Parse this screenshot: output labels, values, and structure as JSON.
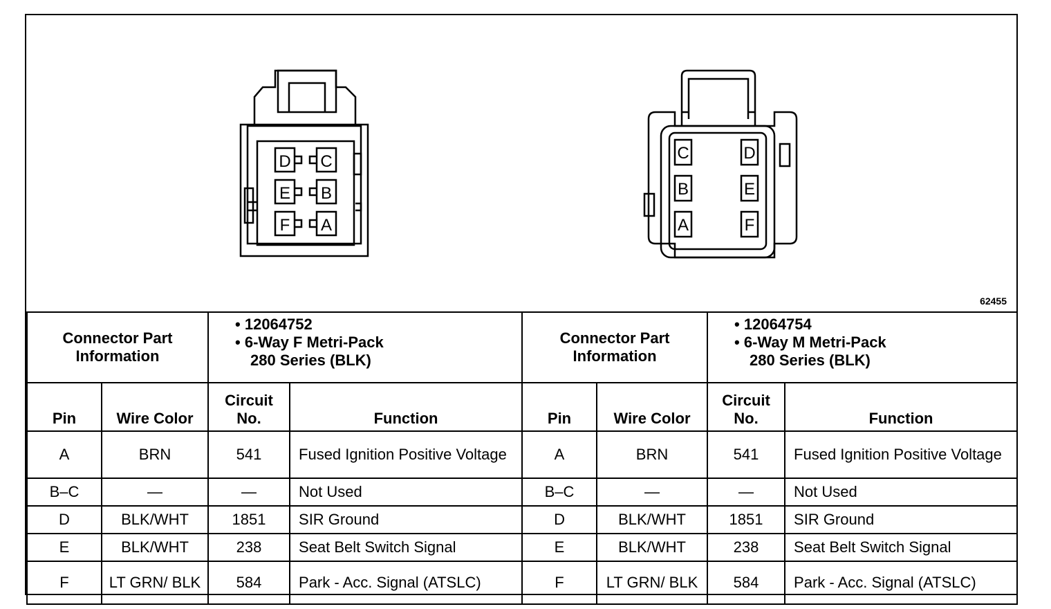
{
  "figure_id": "62455",
  "female_connector": {
    "pins": [
      "D",
      "C",
      "E",
      "B",
      "F",
      "A"
    ]
  },
  "male_connector": {
    "pins": [
      "C",
      "D",
      "B",
      "E",
      "A",
      "F"
    ]
  },
  "left": {
    "info_label": "Connector Part Information",
    "part_number": "12064752",
    "description_line1": "6-Way F Metri-Pack",
    "description_line2": "280 Series (BLK)"
  },
  "right": {
    "info_label": "Connector Part Information",
    "part_number": "12064754",
    "description_line1": "6-Way M Metri-Pack",
    "description_line2": "280 Series (BLK)"
  },
  "headers": {
    "pin": "Pin",
    "wire_color_left": "Wire Color",
    "wire_color_right": "Wire Color",
    "circuit_no": "Circuit No.",
    "function": "Function"
  },
  "rows": [
    {
      "pin": "A",
      "wire": "BRN",
      "circuit": "541",
      "function": "Fused Ignition Positive Voltage"
    },
    {
      "pin": "B–C",
      "wire": "—",
      "circuit": "—",
      "function": "Not Used"
    },
    {
      "pin": "D",
      "wire": "BLK/WHT",
      "circuit": "1851",
      "function": "SIR Ground"
    },
    {
      "pin": "E",
      "wire": "BLK/WHT",
      "circuit": "238",
      "function": "Seat Belt Switch Signal"
    },
    {
      "pin": "F",
      "wire": "LT GRN/ BLK",
      "circuit": "584",
      "function": "Park - Acc. Signal (ATSLC)"
    }
  ]
}
